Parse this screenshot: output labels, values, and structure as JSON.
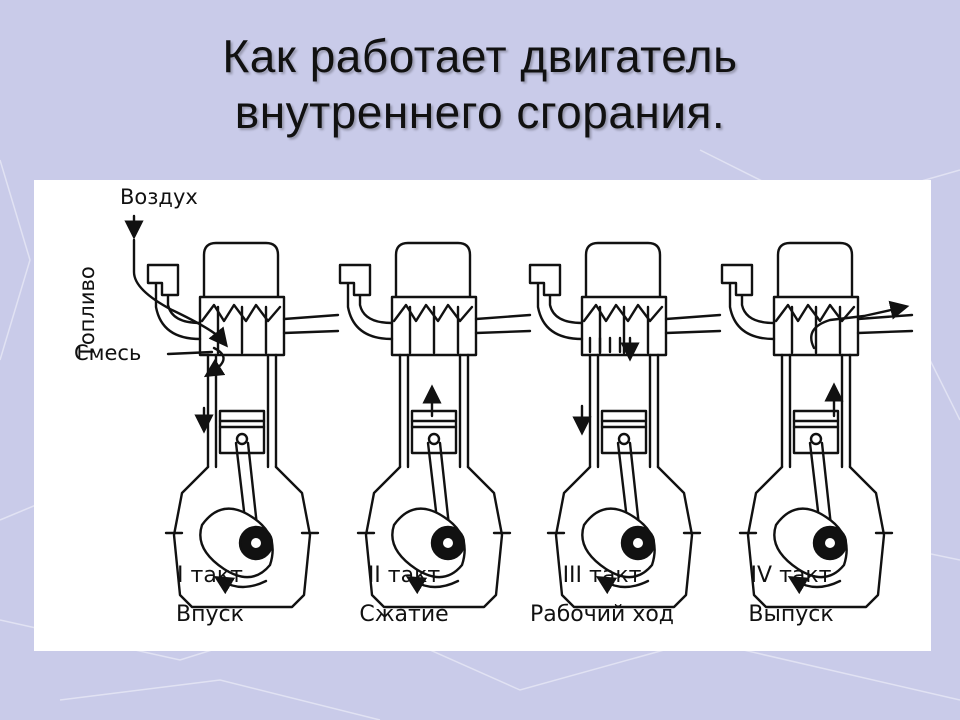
{
  "slide": {
    "title_line1": "Как работает двигатель",
    "title_line2": "внутреннего сгорания."
  },
  "callouts": {
    "air": "Воздух",
    "fuel": "Топливо",
    "mixture": "Смесь"
  },
  "strokes": [
    {
      "number": "I такт",
      "name": "Впуск"
    },
    {
      "number": "II такт",
      "name": "Сжатие"
    },
    {
      "number": "III такт",
      "name": "Рабочий ход"
    },
    {
      "number": "IV такт",
      "name": "Выпуск"
    }
  ],
  "colors": {
    "background": "#c9cbe9",
    "panel": "#ffffff",
    "ink": "#111111"
  }
}
